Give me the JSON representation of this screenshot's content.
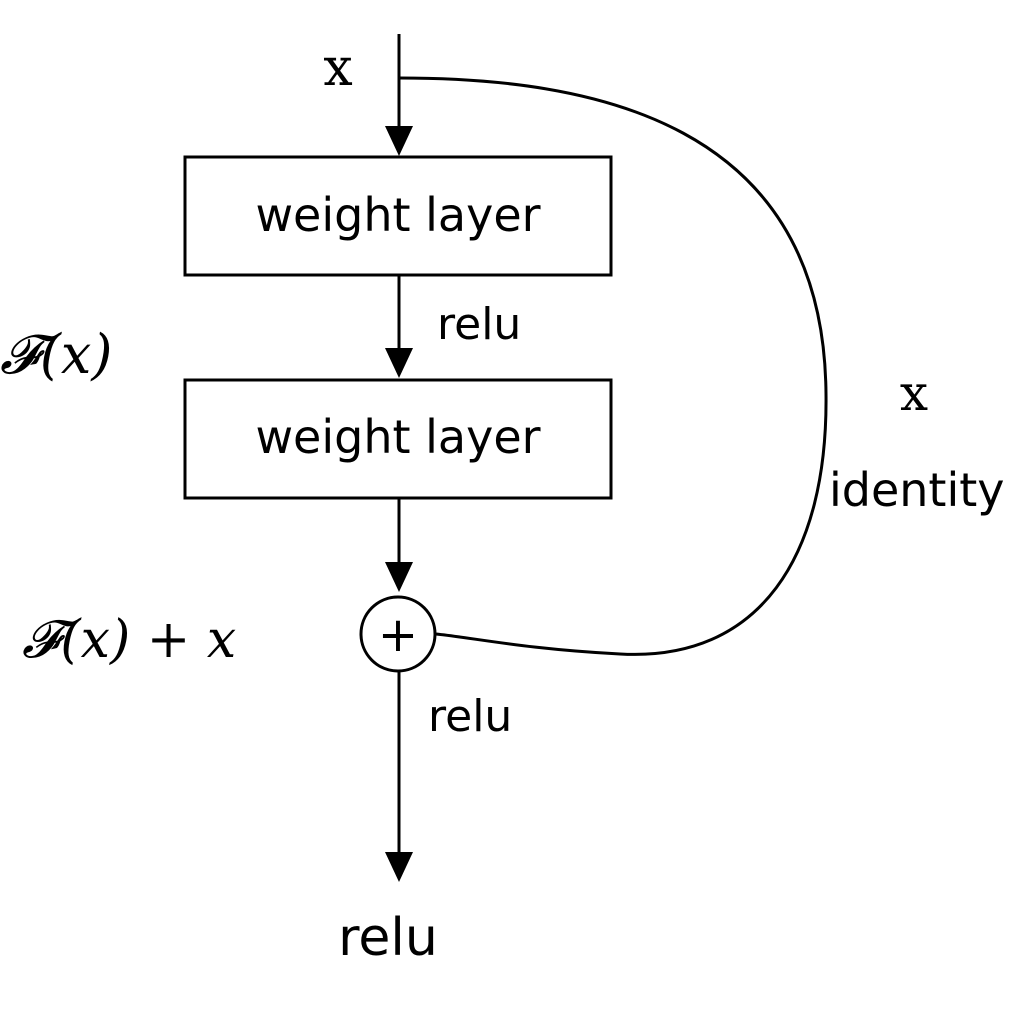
{
  "input": {
    "label": "x"
  },
  "blocks": [
    {
      "label": "weight layer"
    },
    {
      "label": "weight layer"
    }
  ],
  "activations": {
    "between_layers": "relu",
    "after_add": "relu",
    "output": "relu"
  },
  "shortcut": {
    "symbol": "x",
    "label": "identity"
  },
  "formulas": {
    "residual": "𝓕(x)",
    "sum": "𝓕(x) + x"
  },
  "add_node": {
    "symbol": "+"
  }
}
